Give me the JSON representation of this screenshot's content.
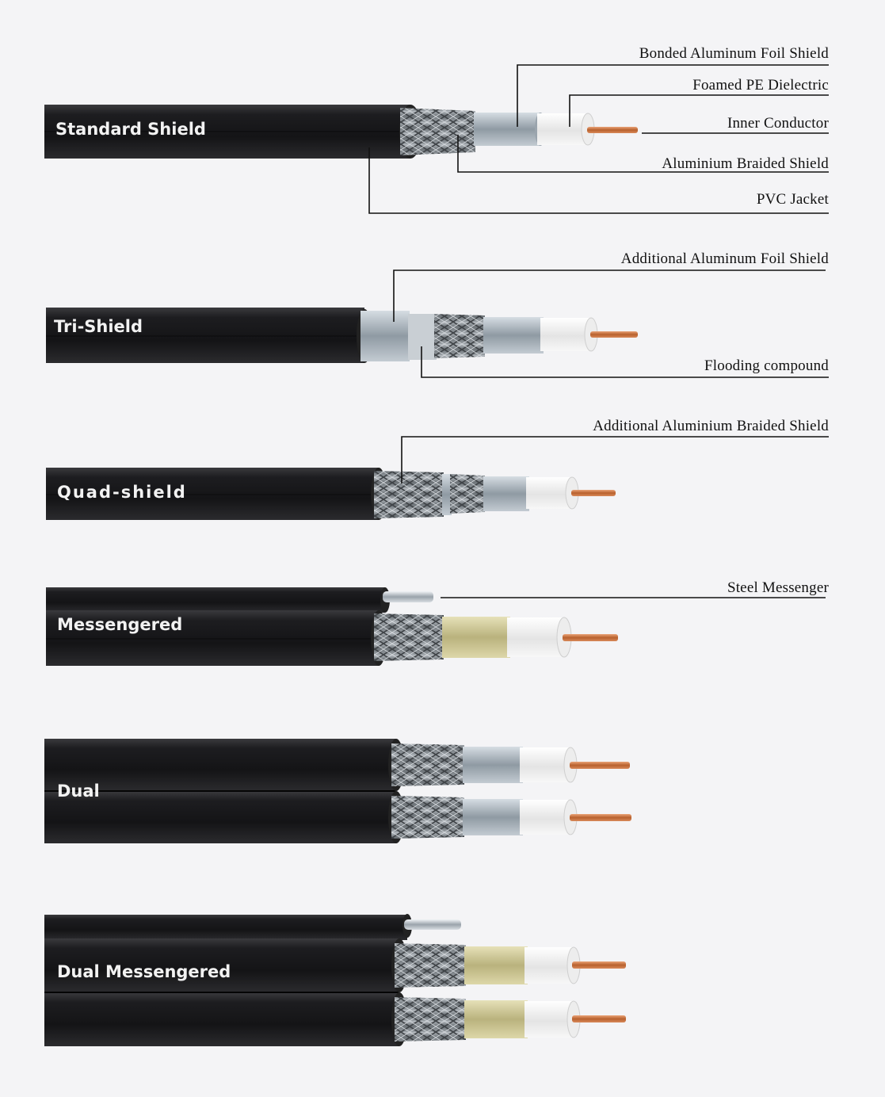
{
  "cables": {
    "standard": {
      "title": "Standard Shield",
      "labels": {
        "foil": "Bonded Aluminum Foil Shield",
        "dielectric": "Foamed PE Dielectric",
        "conductor": "Inner Conductor",
        "braid": "Aluminium Braided Shield",
        "jacket": "PVC Jacket"
      }
    },
    "tri": {
      "title": "Tri-Shield",
      "labels": {
        "foil": "Additional Aluminum Foil Shield",
        "flooding": "Flooding compound"
      }
    },
    "quad": {
      "title": "Quad-shield",
      "labels": {
        "braid": "Additional Aluminium Braided Shield"
      }
    },
    "messengered": {
      "title": "Messengered",
      "labels": {
        "messenger": "Steel Messenger"
      }
    },
    "dual": {
      "title": "Dual"
    },
    "dual_messengered": {
      "title": "Dual Messengered"
    }
  },
  "colors": {
    "background": "#f4f4f6",
    "jacket": "#1c1c1e",
    "braid": "#8e949a",
    "foil": "#b7c0c8",
    "dielectric": "#f2f2f2",
    "copper": "#c8703a",
    "gold_foil": "#cfc89a"
  }
}
